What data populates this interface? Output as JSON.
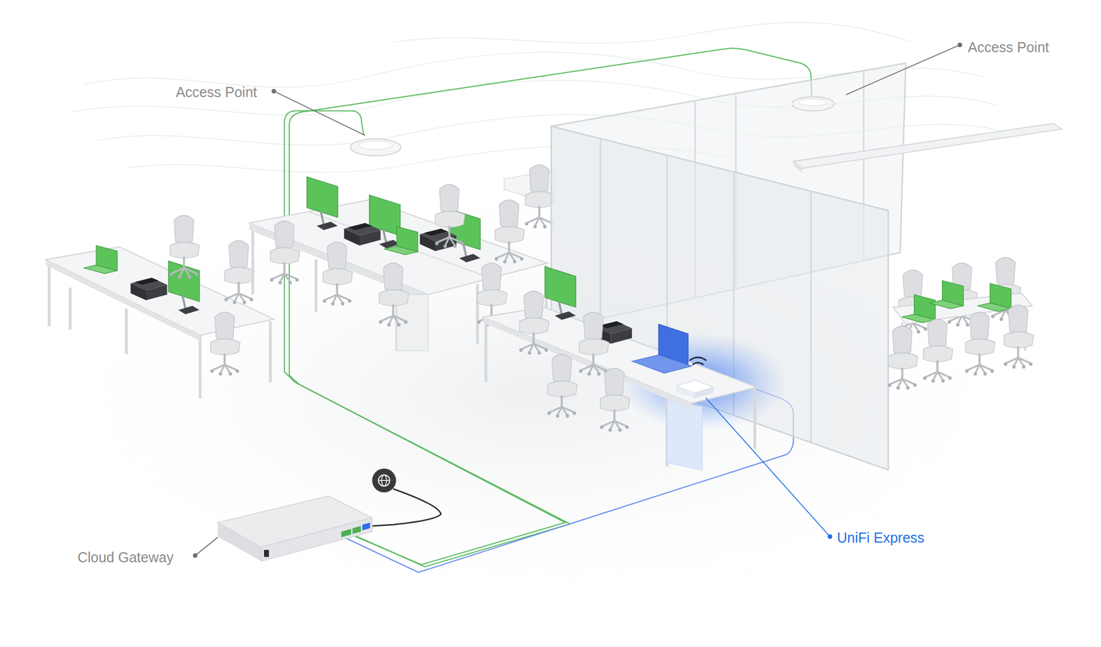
{
  "diagram": {
    "labels": [
      "Access Point",
      "Access Point",
      "Cloud Gateway",
      "UniFi Express"
    ]
  }
}
